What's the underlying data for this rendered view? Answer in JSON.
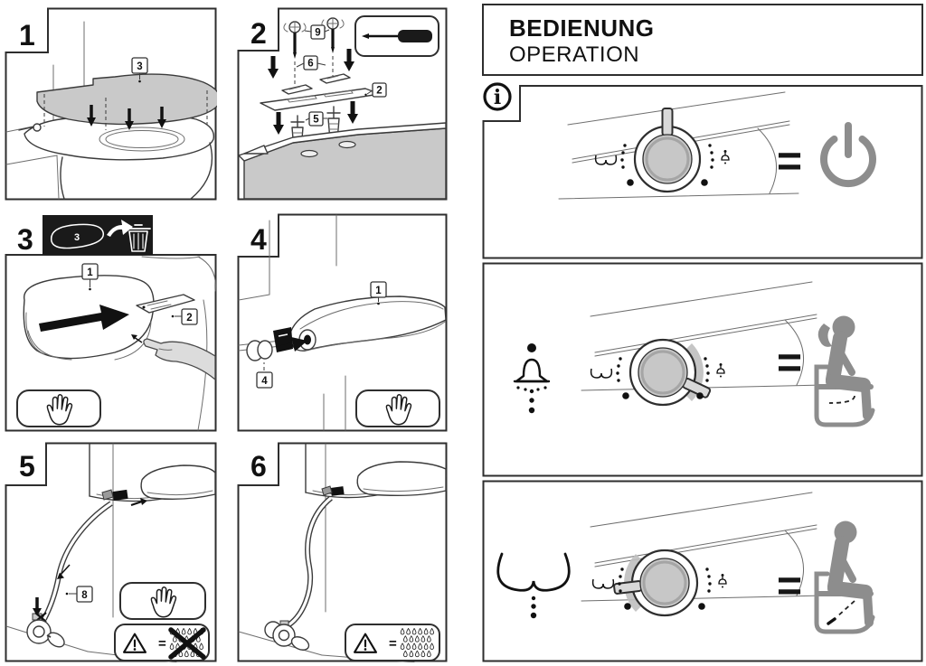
{
  "header": {
    "title_de": "BEDIENUNG",
    "title_en": "OPERATION"
  },
  "steps": [
    {
      "number": "1",
      "labels": {
        "seat_plate": "3"
      }
    },
    {
      "number": "2",
      "labels": {
        "screws": "9",
        "washers": "6",
        "bracket": "2",
        "anchors": "5"
      }
    },
    {
      "number": "3",
      "labels": {
        "seat": "1",
        "bracket": "2",
        "discard_template": "3"
      }
    },
    {
      "number": "4",
      "labels": {
        "seat": "1",
        "knob": "4"
      }
    },
    {
      "number": "5",
      "labels": {
        "hose": "8"
      }
    },
    {
      "number": "6",
      "labels": {}
    }
  ],
  "operation": {
    "info_letter": "i",
    "rows": [
      {
        "equals": "=",
        "dial_position": "center",
        "result": "power-standby"
      },
      {
        "equals": "=",
        "left_symbol": "feminine-wash-spray",
        "dial_position": "rotated-right",
        "result": "female-user-seated"
      },
      {
        "equals": "=",
        "left_symbol": "rear-wash",
        "dial_position": "rotated-left",
        "result": "male-user-seated"
      }
    ]
  },
  "badges": {
    "equals": "="
  },
  "icons": {
    "info-icon": "ⓘ",
    "power-icon": "⏻",
    "hand-caution-icon": "✋",
    "warning-triangle-icon": "⚠",
    "no-leak-icon": "drops crossed out",
    "leak-check-icon": "drops",
    "trash-bin-icon": "waste bin",
    "screwdriver-icon": "screwdriver",
    "feminine-wash-icon": "shower spray head",
    "rear-wash-icon": "buttocks with drops",
    "female-user-seated-icon": "woman seated on toilet",
    "male-user-seated-icon": "man seated on toilet",
    "control-dial-icon": "rotary knob"
  },
  "colors": {
    "line": "#3b3b3b",
    "panel_border": "#2e2e2e",
    "gray_fill": "#c9c9c9",
    "silhouette_gray": "#8d8d8d",
    "banner_black": "#1a1a1a",
    "arrow_black": "#111111",
    "dial_wedge": "#bfbfbf"
  }
}
